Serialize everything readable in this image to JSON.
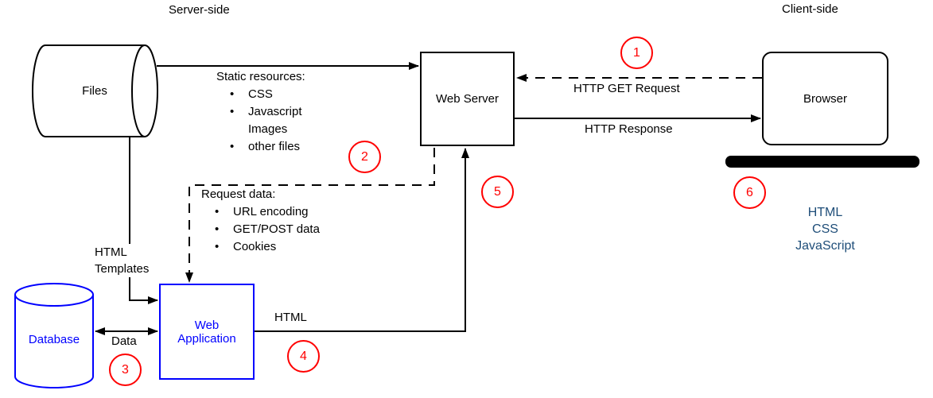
{
  "header": {
    "server_side": "Server-side",
    "client_side": "Client-side"
  },
  "nodes": {
    "files": "Files",
    "web_server": "Web Server",
    "browser": "Browser",
    "database": "Database",
    "web_application": "Web\nApplication"
  },
  "edges": {
    "http_get_request": "HTTP GET Request",
    "http_response": "HTTP Response",
    "html_templates": "HTML\nTemplates",
    "data": "Data",
    "html": "HTML"
  },
  "lists": {
    "static_resources": {
      "title": "Static resources:",
      "items": [
        "CSS",
        "Javascript\nImages",
        "other files"
      ]
    },
    "request_data": {
      "title": "Request data:",
      "items": [
        "URL encoding",
        "GET/POST data",
        "Cookies"
      ]
    }
  },
  "client_tech": "HTML\nCSS\nJavaScript",
  "callouts": [
    "1",
    "2",
    "3",
    "4",
    "5",
    "6"
  ],
  "ui": {
    "bullet": "•"
  },
  "colors": {
    "node_blue": "#0000ff",
    "client_tech_navy": "#1f4e79",
    "callout_red": "#ff0000",
    "line_black": "#000000"
  }
}
